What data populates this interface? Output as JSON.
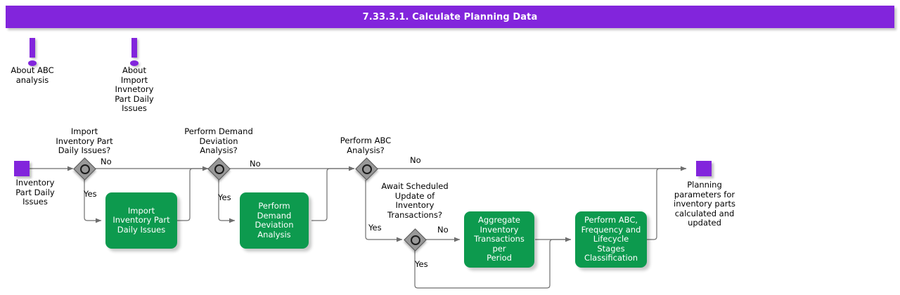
{
  "header": {
    "title": "7.33.3.1. Calculate Planning Data",
    "background_color": "#8225DC",
    "text_color": "#FFFFFF"
  },
  "palette": {
    "accent_purple": "#8225DC",
    "task_green": "#0D9A4E",
    "gateway_gray": "#999999",
    "connector_gray": "#6E6E6E",
    "text_black": "#000000",
    "task_text": "#FFFFFF"
  },
  "annotations": [
    {
      "id": "annot-about-abc",
      "label": "About ABC\nanalysis",
      "icon": "exclamation-icon"
    },
    {
      "id": "annot-about-import",
      "label": "About\nImport\nInvnetory\nPart Daily\nIssues",
      "icon": "exclamation-icon"
    }
  ],
  "events": {
    "start": {
      "id": "start-event",
      "label": "Inventory\nPart Daily\nIssues",
      "shape": "square",
      "color": "#8225DC"
    },
    "end": {
      "id": "end-event",
      "label": "Planning\nparameters for\ninventory parts\ncalculated and\nupdated",
      "shape": "square",
      "color": "#8225DC"
    }
  },
  "gateways": [
    {
      "id": "gw-import-ipdi",
      "label": "Import\nInventory Part\nDaily Issues?"
    },
    {
      "id": "gw-demand-deviation",
      "label": "Perform Demand\nDeviation\nAnalysis?"
    },
    {
      "id": "gw-perform-abc",
      "label": "Perform ABC\nAnalysis?"
    },
    {
      "id": "gw-await-scheduled",
      "label": "Await Scheduled\nUpdate of\nInventory\nTransactions?"
    }
  ],
  "tasks": [
    {
      "id": "task-import-ipdi",
      "label": "Import\nInventory Part\nDaily Issues"
    },
    {
      "id": "task-demand-deviation",
      "label": "Perform\nDemand\nDeviation\nAnalysis"
    },
    {
      "id": "task-aggregate",
      "label": "Aggregate\nInventory\nTransactions per\nPeriod"
    },
    {
      "id": "task-classification",
      "label": "Perform ABC,\nFrequency and\nLifecycle Stages\nClassification"
    }
  ],
  "edge_labels": {
    "no_1": "No",
    "yes_1": "Yes",
    "no_2": "No",
    "yes_2": "Yes",
    "no_3": "No",
    "yes_3": "Yes",
    "no_4": "No",
    "yes_4": "Yes"
  }
}
